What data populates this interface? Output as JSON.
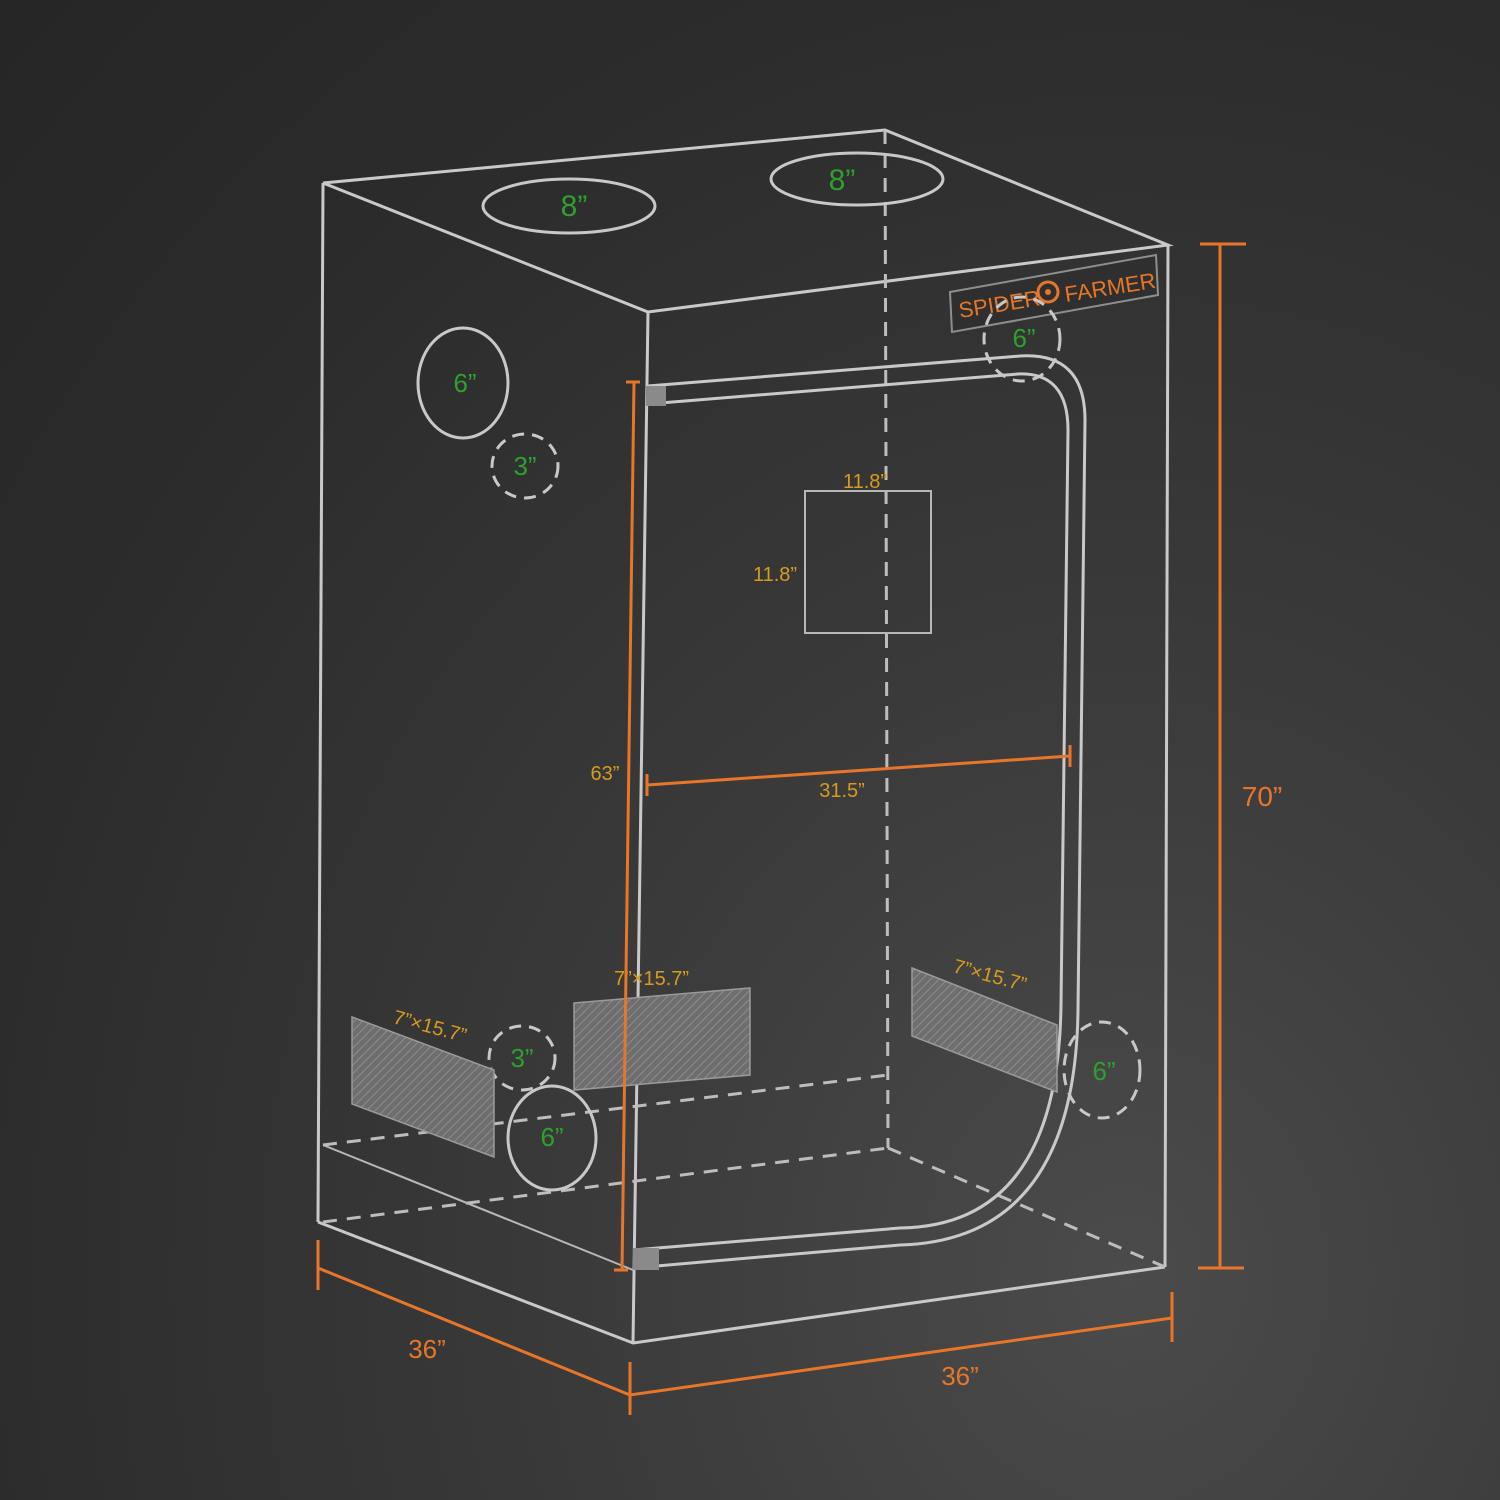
{
  "brand": {
    "left": "SPIDER",
    "right": "FARMER"
  },
  "colors": {
    "outline": "#c9c9c9",
    "dimension": "#e8762a",
    "port_label": "#2fa02f",
    "vent_label": "#d79b1f",
    "brand": "#e8762a"
  },
  "ports": {
    "top_left": "8”",
    "top_right": "8”",
    "left_upper_6": "6”",
    "left_upper_3": "3”",
    "front_top_6": "6”",
    "left_lower_3": "3”",
    "left_lower_6": "6”",
    "right_lower_6": "6”"
  },
  "vents": {
    "left": "7”×15.7”",
    "back": "7”×15.7”",
    "right": "7”×15.7”"
  },
  "window": {
    "width": "11.8”",
    "height": "11.8”"
  },
  "dimensions": {
    "height": "70”",
    "depth": "36”",
    "width": "36”",
    "door_height": "63”",
    "door_width": "31.5”"
  }
}
